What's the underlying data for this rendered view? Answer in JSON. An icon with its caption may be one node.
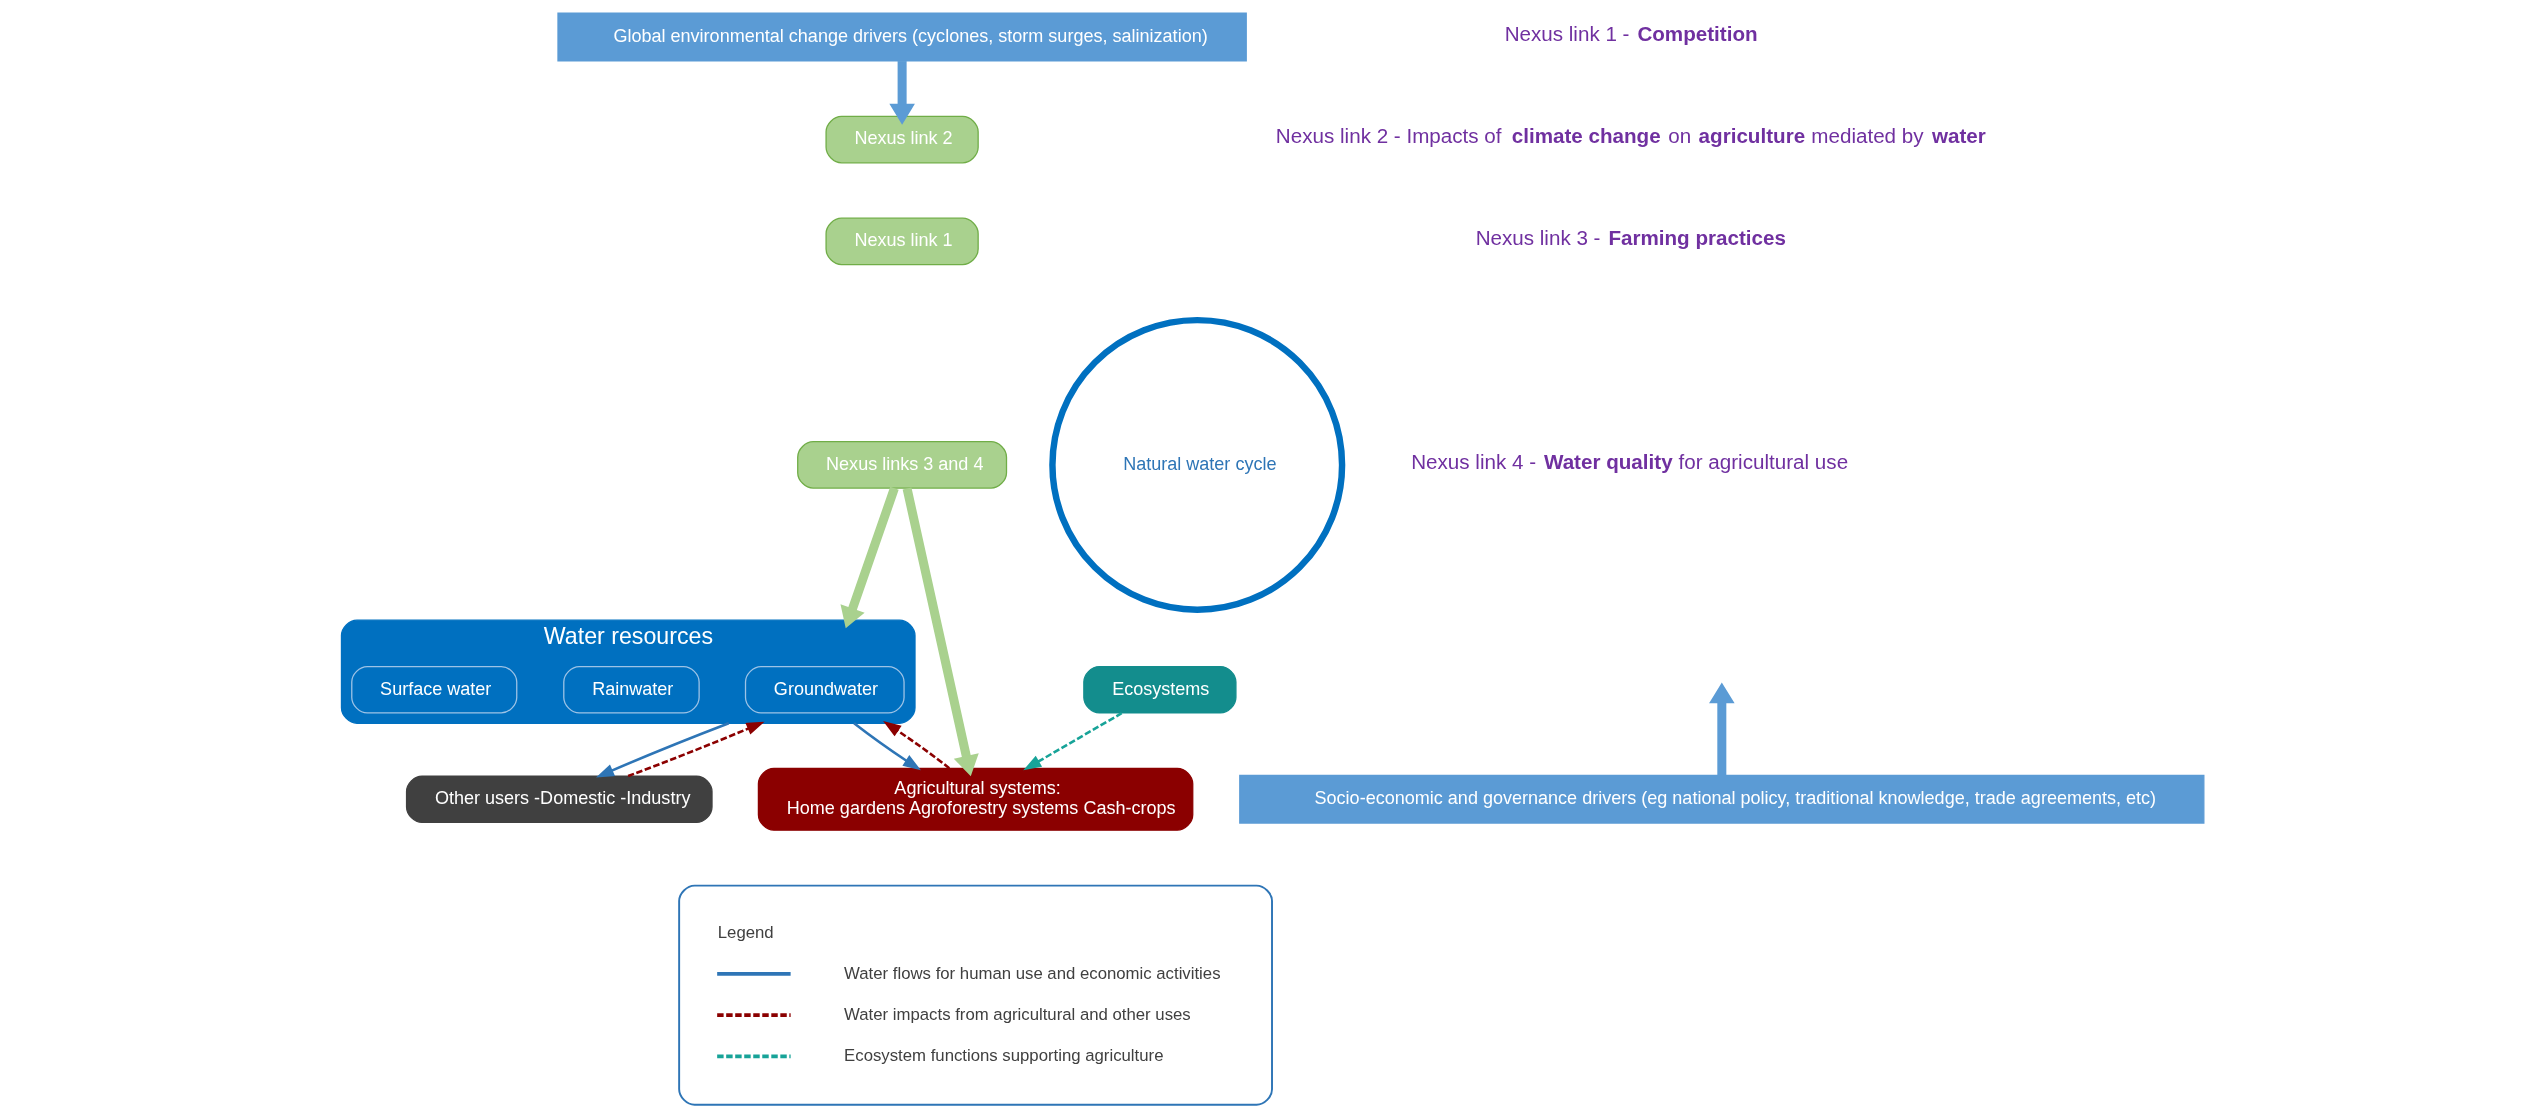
{
  "diagram": {
    "nodes": [
      {
        "text": [
          "Global environmental change drivers (cyclones, storm surges, salinization)"
        ]
      },
      {
        "text": [
          "Nexus link 2"
        ]
      },
      {
        "text": [
          "Water resources"
        ]
      },
      {
        "text": [
          "Groundwater"
        ],
        "in": 2
      },
      {
        "text": [
          "Rainwater"
        ],
        "in": 2
      },
      {
        "text": [
          "Surface water"
        ],
        "in": 2
      },
      {
        "text": [
          "Other users -Domestic -Industry"
        ]
      },
      {
        "text": [
          "Nexus link 1"
        ]
      },
      {
        "text": [
          "Agricultural systems:",
          "Home gardens Agroforestry systems Cash-crops"
        ]
      },
      {
        "text": [
          "Nexus links 3 and 4"
        ]
      },
      {
        "text": [
          "Natural water cycle"
        ]
      },
      {
        "text": [
          "Ecosystems"
        ]
      },
      {
        "text": [
          "Socio-economic and governance drivers (eg national policy, traditional knowledge, trade agreements, etc)"
        ]
      }
    ],
    "edges": [
      {
        "from": 0,
        "to": 1,
        "arrow": "to",
        "style": "thick",
        "color": "#5b9bd5"
      },
      {
        "from": 2,
        "to": 6,
        "arrow": "to"
      },
      {
        "from": 6,
        "to": 2,
        "arrow": "to",
        "style": "dashed",
        "color": "#8b0000"
      },
      {
        "from": 2,
        "to": 8,
        "arrow": "to"
      },
      {
        "from": 8,
        "to": 2,
        "arrow": "to",
        "style": "dashed",
        "color": "#8b0000"
      },
      {
        "from": 9,
        "to": 2,
        "arrow": "to",
        "style": "thick",
        "color": "#a9d18e"
      },
      {
        "from": 9,
        "to": 8,
        "arrow": "to",
        "style": "thick",
        "color": "#a9d18e"
      },
      {
        "from": 11,
        "to": 8,
        "arrow": "to",
        "style": "dashed",
        "color": "#17a398"
      },
      {
        "from": 12,
        "to": null,
        "arrow": "to",
        "style": "thick",
        "color": "#5b9bd5"
      }
    ],
    "labels": [
      "Legend",
      "Nexus link 1 - **Competition**",
      "Nexus link 2 - Impacts of **climate change** on **agriculture** mediated by **water**",
      "Nexus link 3 - **Farming practices**",
      "Nexus link 4 - **Water quality** for agricultural use"
    ],
    "legend": [
      {
        "text": "Water flows for human use and economic activities"
      },
      {
        "text": "Water impacts from agricultural and other uses"
      },
      {
        "text": "Ecosystem functions supporting agriculture"
      }
    ]
  }
}
